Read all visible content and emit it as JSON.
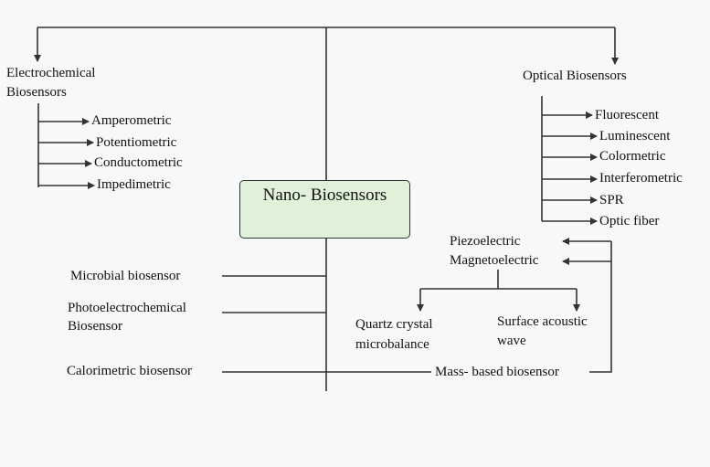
{
  "colors": {
    "line": "#333333",
    "root_fill": "#dff2d9",
    "background": "#f7f8fa"
  },
  "root": {
    "label": "Nano- Biosensors"
  },
  "electrochemical": {
    "title_line1": "Electrochemical",
    "title_line2": "Biosensors",
    "children": [
      "Amperometric",
      "Potentiometric",
      "Conductometric",
      "Impedimetric"
    ]
  },
  "optical": {
    "title": "Optical Biosensors",
    "children": [
      "Fluorescent",
      "Luminescent",
      "Colormetric",
      "Interferometric",
      "SPR",
      "Optic fiber"
    ]
  },
  "left_branches": {
    "microbial": "Microbial biosensor",
    "photo_line1": "Photoelectrochemical",
    "photo_line2": "Biosensor",
    "calorimetric": "Calorimetric biosensor"
  },
  "mass": {
    "title": "Mass- based biosensor",
    "piezo": "Piezoelectric",
    "magneto": "Magnetoelectric",
    "quartz_line1": "Quartz crystal",
    "quartz_line2": "microbalance",
    "saw_line1": "Surface acoustic",
    "saw_line2": "wave"
  }
}
